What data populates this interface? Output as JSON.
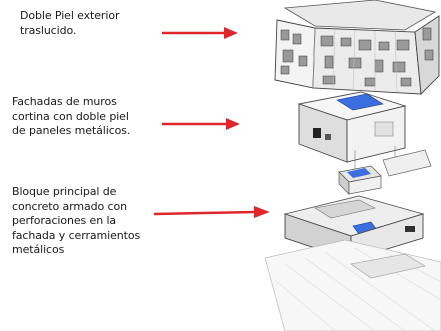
{
  "annotations": [
    {
      "id": "outer-skin",
      "text": "Doble Piel exterior\ntraslucido."
    },
    {
      "id": "curtain-wall",
      "text": "Fachadas  de muros\ncortina con doble piel\nde paneles metálicos."
    },
    {
      "id": "main-block",
      "text": " Bloque principal de\nconcreto armado con\nperforaciones en la\nfachada y cerramientos\nmetálicos"
    }
  ],
  "colors": {
    "arrow": "#e0262a",
    "text": "#1a1a1a",
    "panel_light": "#f1f1f1",
    "panel_mid": "#cfcfcf",
    "panel_dark": "#6c6c6c",
    "glass": "#3b6fe0"
  }
}
